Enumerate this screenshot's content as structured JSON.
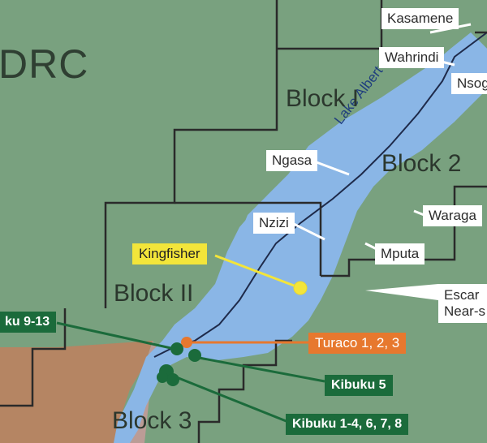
{
  "map": {
    "country_label": "DRC",
    "lake_label": "Lake Albert",
    "blocks": [
      "Block I",
      "Block 2",
      "Block II",
      "Block 3"
    ],
    "places": [
      "Kasamene",
      "Wahrindi",
      "Nsog",
      "Ngasa",
      "Nzizi",
      "Waraga",
      "Mputa",
      "Escar",
      "Near-s"
    ],
    "fields": {
      "kingfisher": "Kingfisher",
      "turaco": "Turaco 1, 2, 3",
      "kibuku_9_13": "ku 9-13",
      "kibuku_5": "Kibuku 5",
      "kibuku_1_8": "Kibuku 1-4, 6, 7, 8"
    },
    "colors": {
      "land": "#79a17f",
      "lake": "#8ab6e6",
      "border_land": "#b58563",
      "field_green": "#1b6b3b",
      "field_orange": "#e7782e",
      "field_yellow": "#f3e53a"
    }
  }
}
